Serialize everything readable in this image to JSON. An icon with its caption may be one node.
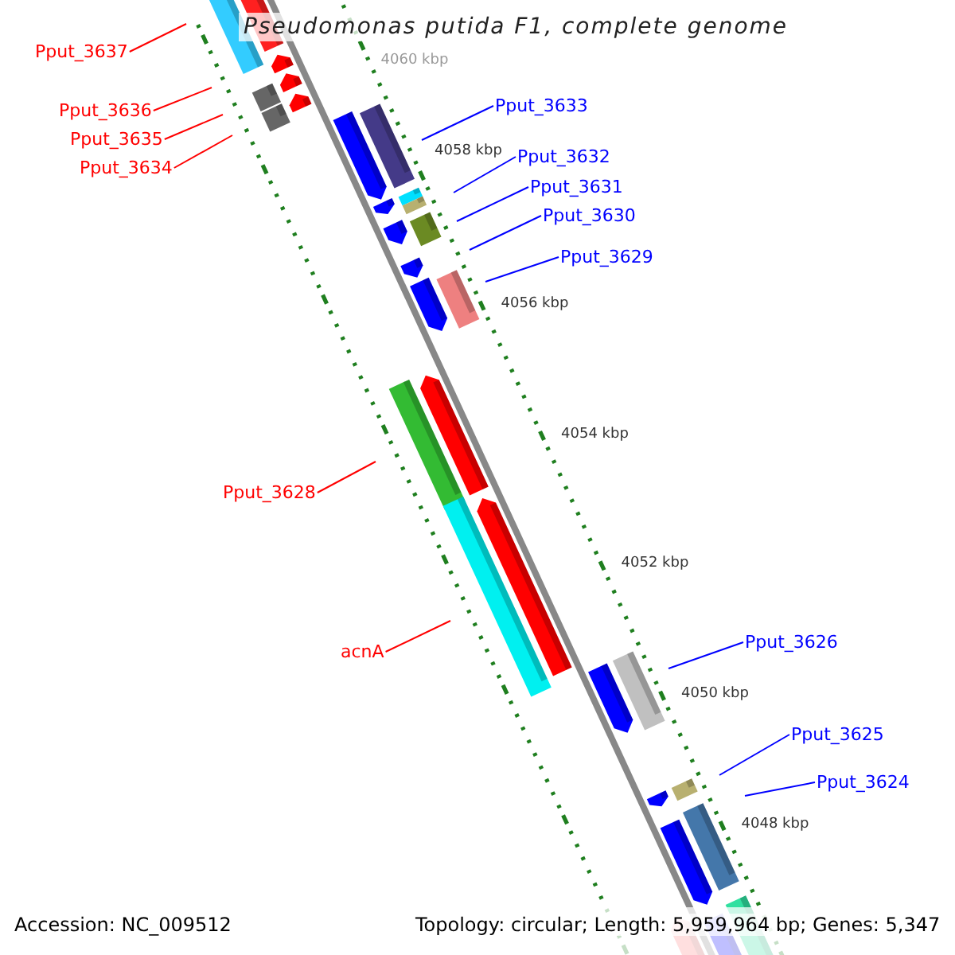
{
  "diagram": {
    "title": "Pseudomonas putida F1, complete genome",
    "nodes": [
      {
        "text": [
          "Pput_3637"
        ]
      },
      {
        "text": [
          "Pput_3636"
        ]
      },
      {
        "text": [
          "Pput_3635"
        ]
      },
      {
        "text": [
          "Pput_3634"
        ]
      },
      {
        "text": [
          "Pput_3633"
        ]
      },
      {
        "text": [
          "Pput_3632"
        ]
      },
      {
        "text": [
          "Pput_3631"
        ]
      },
      {
        "text": [
          "Pput_3630"
        ]
      },
      {
        "text": [
          "Pput_3629"
        ]
      },
      {
        "text": [
          "Pput_3628"
        ]
      },
      {
        "text": [
          "acnA"
        ]
      },
      {
        "text": [
          "Pput_3626"
        ]
      },
      {
        "text": [
          "Pput_3625"
        ]
      },
      {
        "text": [
          "Pput_3624"
        ]
      }
    ],
    "edges": [
      {
        "from": 0,
        "to": null,
        "arrow": "none",
        "color": "#ff0000"
      },
      {
        "from": 1,
        "to": null,
        "arrow": "none",
        "color": "#ff0000"
      },
      {
        "from": 2,
        "to": null,
        "arrow": "none",
        "color": "#ff0000"
      },
      {
        "from": 3,
        "to": null,
        "arrow": "none",
        "color": "#ff0000"
      },
      {
        "from": 4,
        "to": null,
        "arrow": "none"
      },
      {
        "from": 5,
        "to": null,
        "arrow": "none"
      },
      {
        "from": 6,
        "to": null,
        "arrow": "none"
      },
      {
        "from": 7,
        "to": null,
        "arrow": "none"
      },
      {
        "from": 8,
        "to": null,
        "arrow": "none"
      },
      {
        "from": 9,
        "to": null,
        "arrow": "none",
        "color": "#ff0000"
      },
      {
        "from": 10,
        "to": null,
        "arrow": "none",
        "color": "#ff0000"
      },
      {
        "from": 11,
        "to": null,
        "arrow": "none"
      },
      {
        "from": 12,
        "to": null,
        "arrow": "none"
      },
      {
        "from": 13,
        "to": null,
        "arrow": "none"
      }
    ],
    "labels": [
      "4060 kbp",
      "4058 kbp",
      "4056 kbp",
      "4054 kbp",
      "4052 kbp",
      "4050 kbp",
      "4048 kbp",
      "Accession: NC_009512",
      "Topology: circular; Length: 5,959,964 bp; Genes: 5,347"
    ]
  }
}
